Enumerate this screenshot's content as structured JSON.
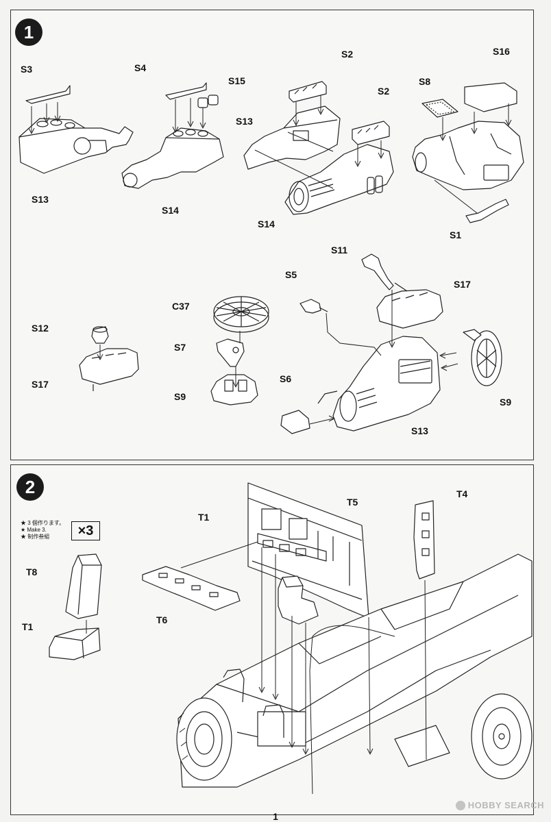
{
  "step1": {
    "number": "1",
    "labels": [
      "S3",
      "S4",
      "S15",
      "S2",
      "S16",
      "S2",
      "S8",
      "S13",
      "S13",
      "S14",
      "S14",
      "S1",
      "S11",
      "S5",
      "S17",
      "C37",
      "S12",
      "S7",
      "S17",
      "S9",
      "S6",
      "S9",
      "S13"
    ]
  },
  "step2": {
    "number": "2",
    "note": {
      "line1": "★ 3 個作ります。",
      "line2": "★ Make 3.",
      "line3": "★ 制作叁組"
    },
    "multiplier": "×3",
    "labels": [
      "T1",
      "T5",
      "T4",
      "T8",
      "T1",
      "T6"
    ]
  },
  "page_number": "1",
  "watermark": "HOBBY SEARCH"
}
